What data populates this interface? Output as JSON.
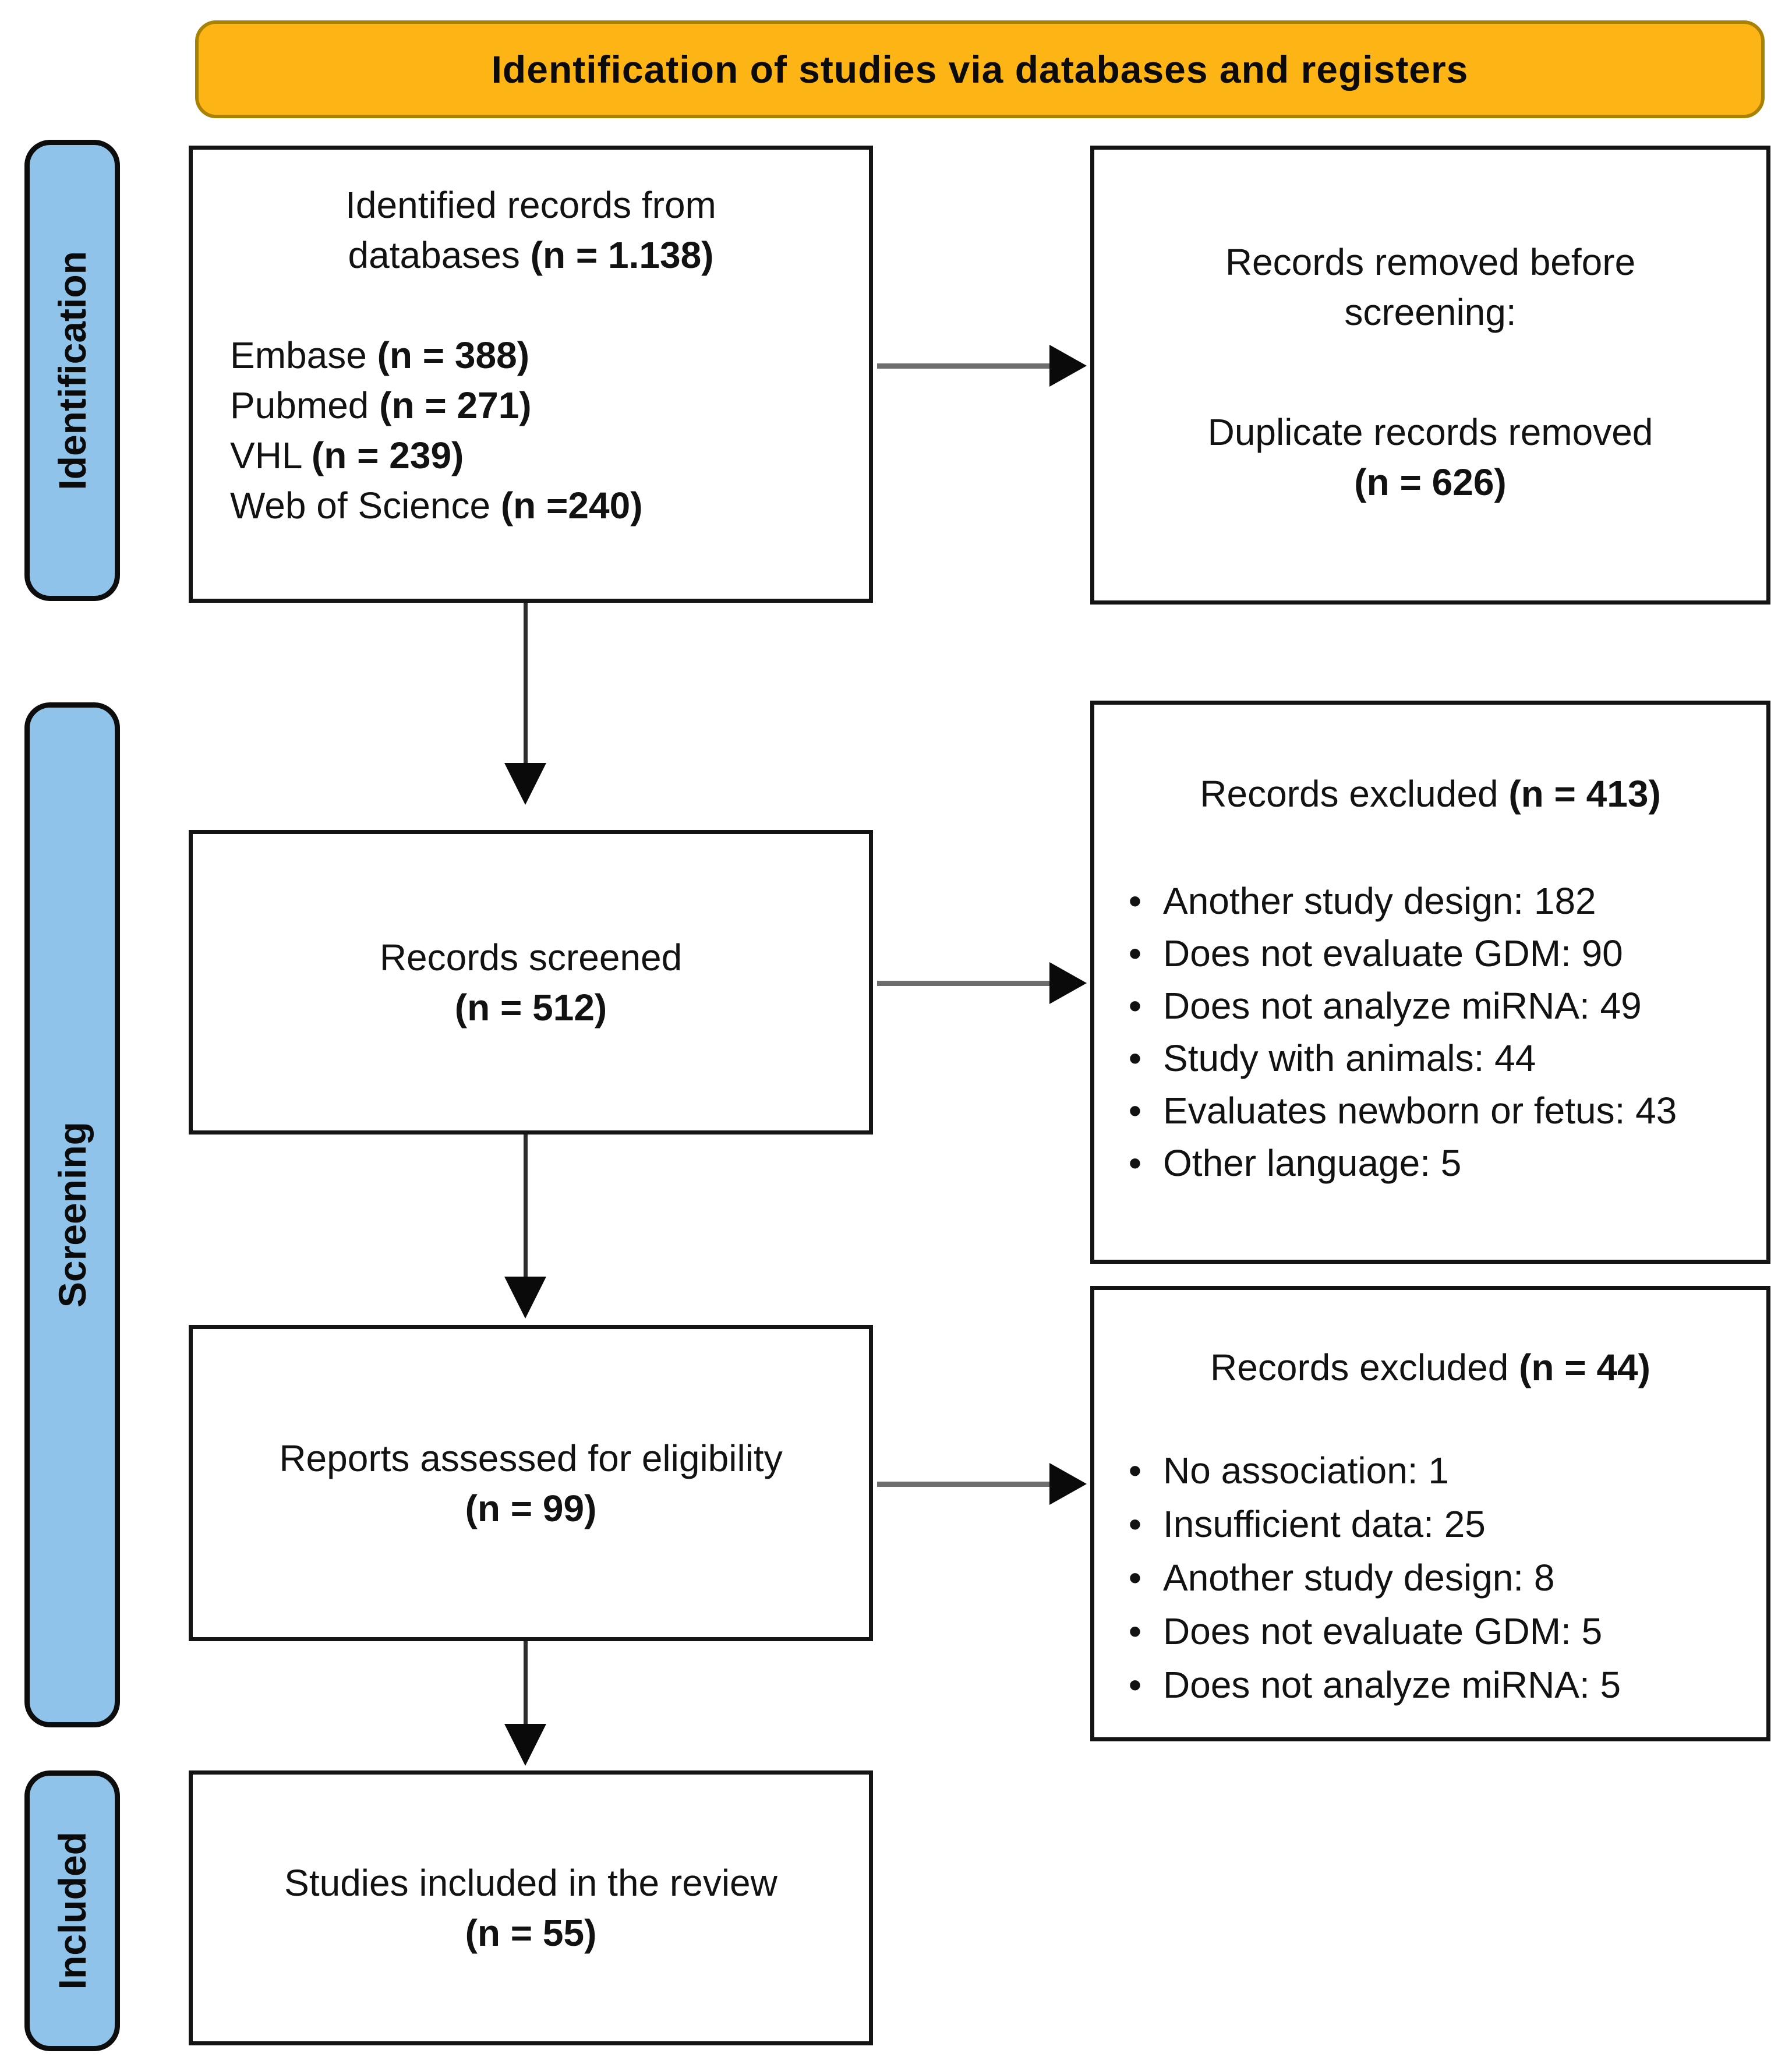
{
  "banner": {
    "title": "Identification of studies via databases and registers"
  },
  "sidebar": {
    "identification": "Identification",
    "screening": "Screening",
    "included": "Included"
  },
  "boxes": {
    "identified": {
      "title_line1": "Identified records from",
      "title_line2_label": "databases",
      "title_line2_n": "(n = 1.138)",
      "sources": [
        {
          "label": "Embase",
          "n": "(n = 388)"
        },
        {
          "label": "Pubmed",
          "n": "(n = 271)"
        },
        {
          "label": "VHL",
          "n": "(n = 239)"
        },
        {
          "label": "Web of Science",
          "n": "(n =240)"
        }
      ]
    },
    "removed": {
      "line1": "Records removed before screening:",
      "line2": "Duplicate records removed",
      "n": "(n = 626)"
    },
    "screened": {
      "label": "Records screened",
      "n": "(n = 512)"
    },
    "excluded1": {
      "title_label": "Records excluded",
      "title_n": "(n = 413)",
      "items": [
        "Another study design: 182",
        "Does not evaluate GDM: 90",
        "Does not analyze miRNA: 49",
        "Study with animals: 44",
        "Evaluates newborn or fetus: 43",
        "Other language: 5"
      ]
    },
    "assessed": {
      "label": "Reports assessed for eligibility",
      "n": "(n = 99)"
    },
    "excluded2": {
      "title_label": "Records excluded",
      "title_n": "(n = 44)",
      "items": [
        "No association: 1",
        "Insufficient data: 25",
        "Another study design: 8",
        "Does not evaluate GDM: 5",
        "Does not analyze miRNA: 5"
      ]
    },
    "included": {
      "label": "Studies included in the review",
      "n": "(n = 55)"
    }
  },
  "colors": {
    "banner_fill": "#FCB514",
    "banner_border": "#A98103",
    "sidebar_fill": "#8FC3E9",
    "box_border": "#141414",
    "arrow_shaft_horizontal": "#6E6E6E",
    "arrow_shaft_vertical": "#2E2E2E",
    "arrow_head": "#0A0A0A"
  }
}
